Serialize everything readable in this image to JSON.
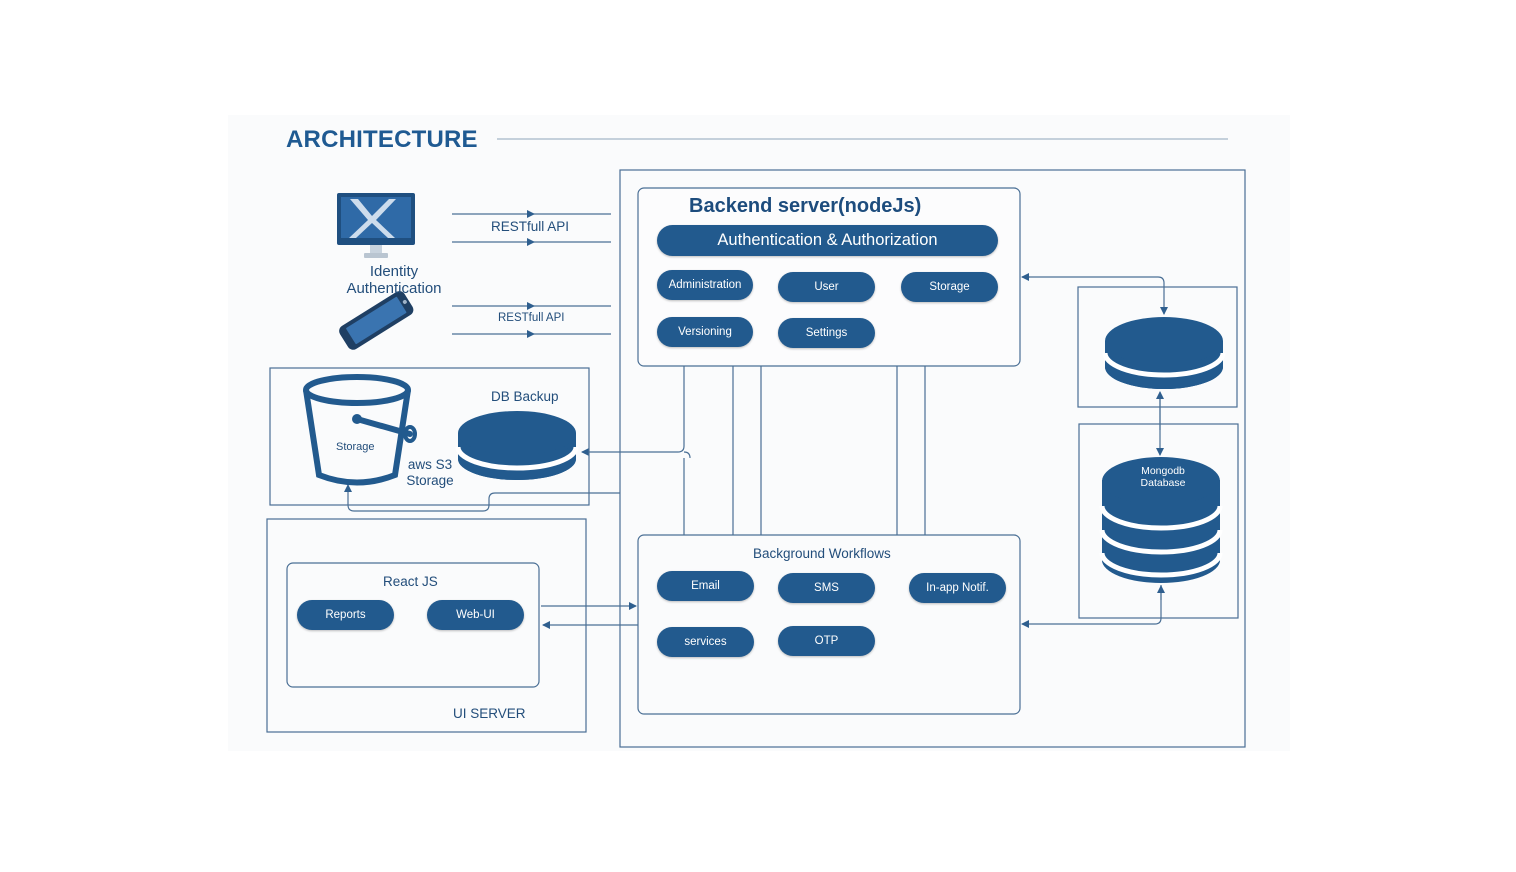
{
  "title": "ARCHITECTURE",
  "clients": {
    "api_desktop": "RESTfull API",
    "api_mobile": "RESTfull API",
    "identity_line1": "Identity",
    "identity_line2": "Authentication"
  },
  "backend": {
    "title": "Backend server(nodeJs)",
    "auth": "Authentication & Authorization",
    "modules": [
      "Administration",
      "User",
      "Storage",
      "Versioning",
      "Settings"
    ]
  },
  "storage_box": {
    "bucket_label": "Storage",
    "aws_line1": "aws S3",
    "aws_line2": "Storage",
    "db_backup": "DB Backup"
  },
  "workflows": {
    "title": "Background Workflows",
    "items": [
      "Email",
      "SMS",
      "In-app Notif.",
      "services",
      "OTP"
    ]
  },
  "ui_server": {
    "title": "UI SERVER",
    "react_title": "React JS",
    "items": [
      "Reports",
      "Web-UI"
    ]
  },
  "database": {
    "mongo_line1": "Mongodb",
    "mongo_line2": "Database"
  },
  "colors": {
    "primary": "#225a8e",
    "line": "#4a6f95",
    "panel": "#fafbfc"
  }
}
